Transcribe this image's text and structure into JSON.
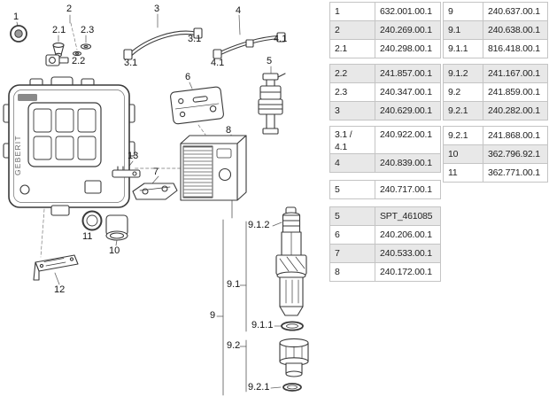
{
  "diagram": {
    "brand": "GEBERIT",
    "callouts": {
      "p1": "1",
      "p2": "2",
      "p21": "2.1",
      "p22": "2.2",
      "p23": "2.3",
      "p3": "3",
      "p31": "3.1",
      "p4": "4",
      "p41": "4.1",
      "p5": "5",
      "p6": "6",
      "p7": "7",
      "p8": "8",
      "p9": "9",
      "p91": "9.1",
      "p911": "9.1.1",
      "p912": "9.1.2",
      "p92": "9.2",
      "p921": "9.2.1",
      "p10": "10",
      "p11": "11",
      "p12": "12",
      "p13": "13"
    }
  },
  "tables": {
    "left": {
      "rows": [
        {
          "num": "1",
          "code": "632.001.00.1"
        },
        {
          "num": "2",
          "code": "240.269.00.1"
        },
        {
          "num": "2.1",
          "code": "240.298.00.1"
        },
        {
          "num": "2.2",
          "code": "241.857.00.1"
        },
        {
          "num": "2.3",
          "code": "240.347.00.1"
        },
        {
          "num": "3",
          "code": "240.629.00.1"
        },
        {
          "num": "3.1 / 4.1",
          "code": "240.922.00.1"
        },
        {
          "num": "4",
          "code": "240.839.00.1"
        },
        {
          "num": "5",
          "code": "240.717.00.1"
        },
        {
          "num": "5",
          "code": "SPT_461085"
        },
        {
          "num": "6",
          "code": "240.206.00.1"
        },
        {
          "num": "7",
          "code": "240.533.00.1"
        },
        {
          "num": "8",
          "code": "240.172.00.1"
        }
      ]
    },
    "right": {
      "rows": [
        {
          "num": "9",
          "code": "240.637.00.1"
        },
        {
          "num": "9.1",
          "code": "240.638.00.1"
        },
        {
          "num": "9.1.1",
          "code": "816.418.00.1"
        },
        {
          "num": "9.1.2",
          "code": "241.167.00.1"
        },
        {
          "num": "9.2",
          "code": "241.859.00.1"
        },
        {
          "num": "9.2.1",
          "code": "240.282.00.1"
        },
        {
          "num": "9.2.1",
          "code": "241.868.00.1"
        },
        {
          "num": "10",
          "code": "362.796.92.1"
        },
        {
          "num": "11",
          "code": "362.771.00.1"
        }
      ]
    }
  },
  "colors": {
    "row_shade": "#e8e8e8",
    "table_border": "#c4c4c4",
    "line": "#3a3a3a"
  }
}
